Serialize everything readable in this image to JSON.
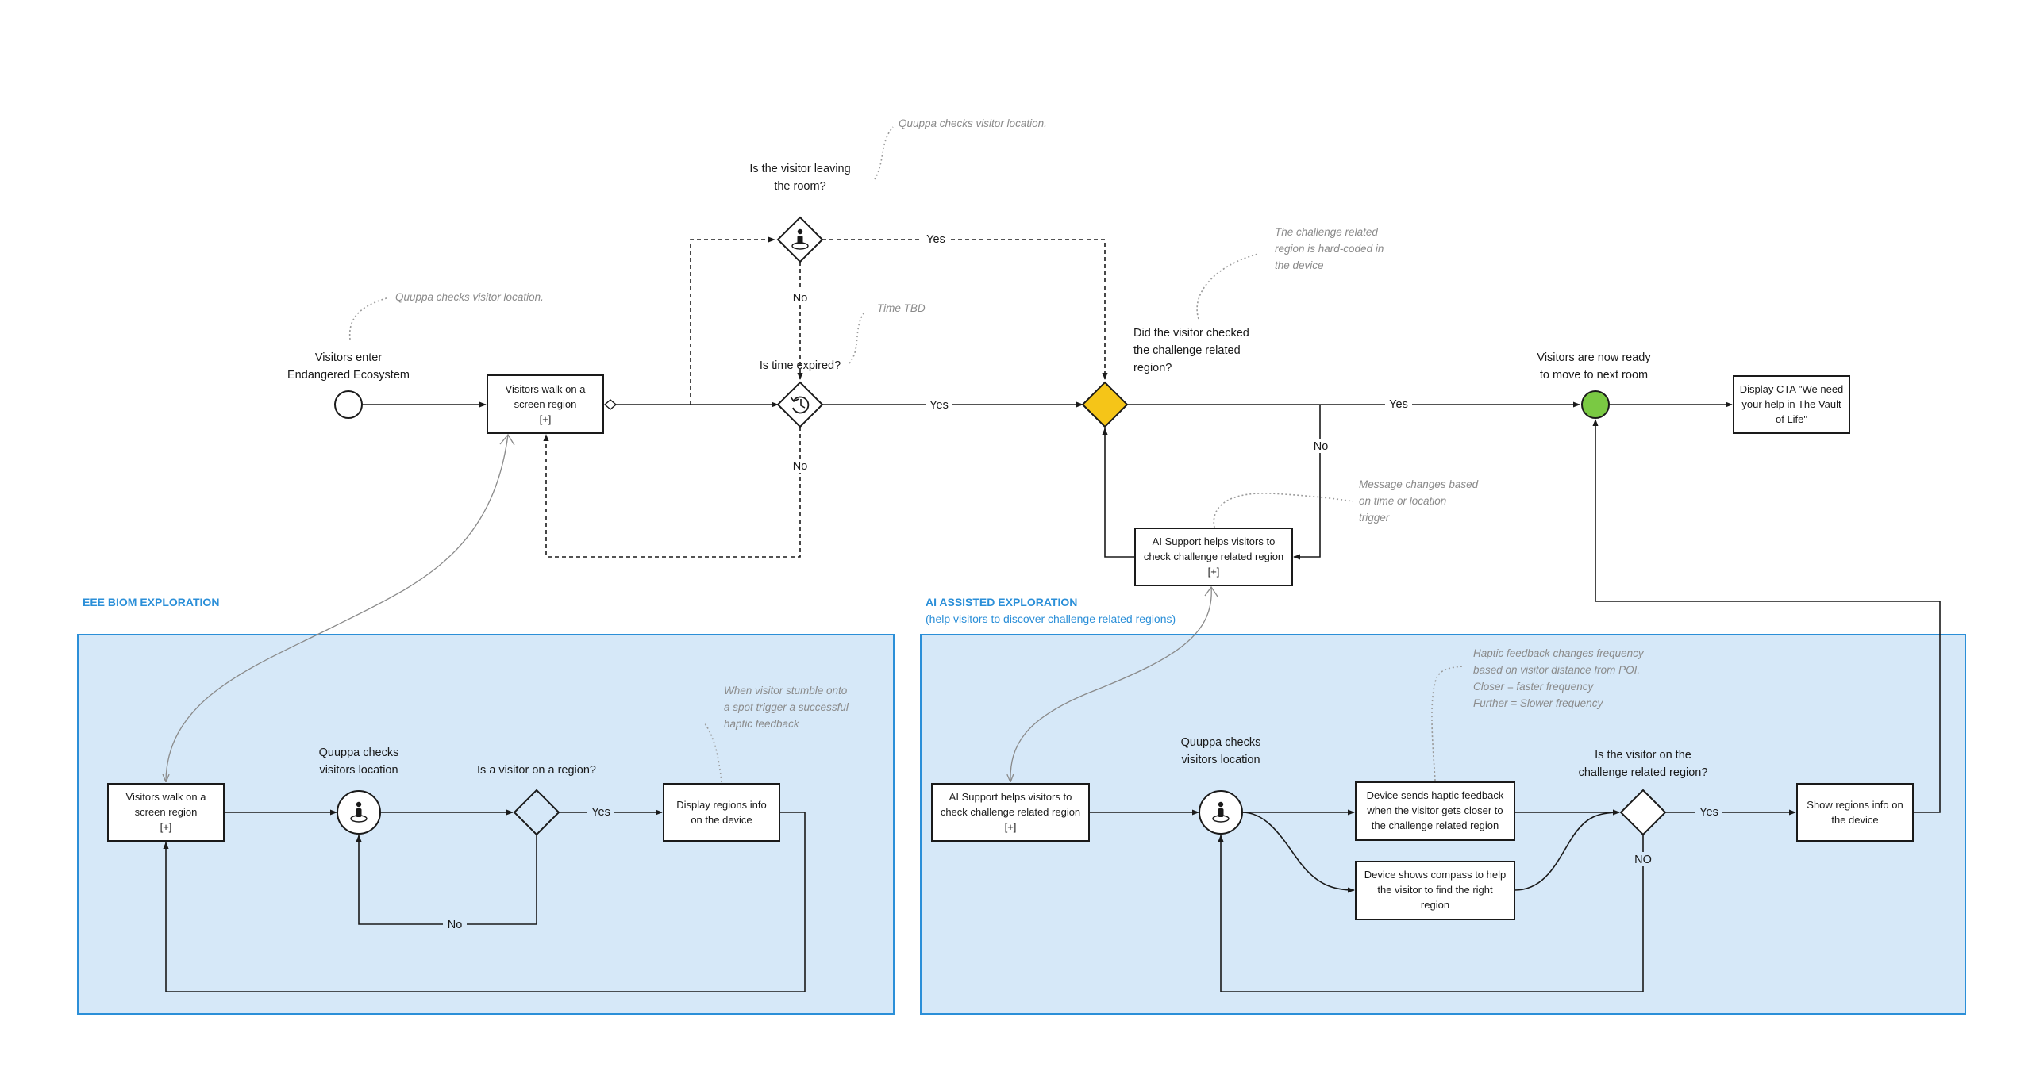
{
  "colors": {
    "section_fill": "#d6e8f8",
    "section_border": "#2b8fd8",
    "decision_gateway": "#f5c518",
    "end_event": "#7ac943",
    "annotation": "#8a8a8a"
  },
  "icons": [
    "person-on-location-icon",
    "timer-icon"
  ],
  "main_flow": {
    "start_label_1": "Visitors enter",
    "start_label_2": "Endangered Ecosystem",
    "start_note": "Quuppa checks visitor location.",
    "walk_task": [
      "Visitors walk on a",
      "screen region",
      "[+]"
    ],
    "leaving_q_1": "Is the visitor leaving",
    "leaving_q_2": "the room?",
    "leaving_note": "Quuppa checks visitor location.",
    "leaving_yes": "Yes",
    "leaving_no": "No",
    "time_q": "Is time expired?",
    "time_note": "Time TBD",
    "time_yes": "Yes",
    "time_no": "No",
    "challenge_q_1": "Did the visitor checked",
    "challenge_q_2": "the challenge related",
    "challenge_q_3": "region?",
    "challenge_note_1": "The challenge related",
    "challenge_note_2": "region is hard-coded in",
    "challenge_note_3": "the device",
    "challenge_yes": "Yes",
    "challenge_no": "No",
    "ai_task": [
      "AI Support helps visitors to",
      "check challenge related region",
      "[+]"
    ],
    "ai_note_1": "Message changes based",
    "ai_note_2": "on time or location",
    "ai_note_3": "trigger",
    "ready_label_1": "Visitors are now ready",
    "ready_label_2": "to move to next room",
    "cta_task": [
      "Display CTA \"We need",
      "your help in The Vault",
      "of Life\""
    ]
  },
  "eee_section": {
    "title": "EEE BIOM EXPLORATION",
    "walk_task": [
      "Visitors walk on a",
      "screen region",
      "[+]"
    ],
    "quuppa_label_1": "Quuppa checks",
    "quuppa_label_2": "visitors location",
    "region_q": "Is a visitor on a region?",
    "yes": "Yes",
    "no": "No",
    "display_task": [
      "Display regions info",
      "on the device"
    ],
    "note_1": "When visitor stumble onto",
    "note_2": "a spot trigger a successful",
    "note_3": "haptic feedback"
  },
  "ai_section": {
    "title": "AI ASSISTED EXPLORATION",
    "subtitle": "(help visitors to discover challenge related regions)",
    "ai_task": [
      "AI Support helps visitors to",
      "check challenge related region",
      "[+]"
    ],
    "quuppa_label_1": "Quuppa checks",
    "quuppa_label_2": "visitors location",
    "haptic_task": [
      "Device sends haptic feedback",
      "when the visitor gets closer to",
      "the challenge related region"
    ],
    "compass_task": [
      "Device shows compass to help",
      "the visitor to find the right",
      "region"
    ],
    "haptic_note_1": "Haptic feedback changes frequency",
    "haptic_note_2": "based on visitor distance from POI.",
    "haptic_note_3": "Closer = faster frequency",
    "haptic_note_4": "Further = Slower frequency",
    "region_q_1": "Is the visitor on the",
    "region_q_2": "challenge related region?",
    "yes": "Yes",
    "no": "NO",
    "show_task": [
      "Show regions info on",
      "the device"
    ]
  }
}
